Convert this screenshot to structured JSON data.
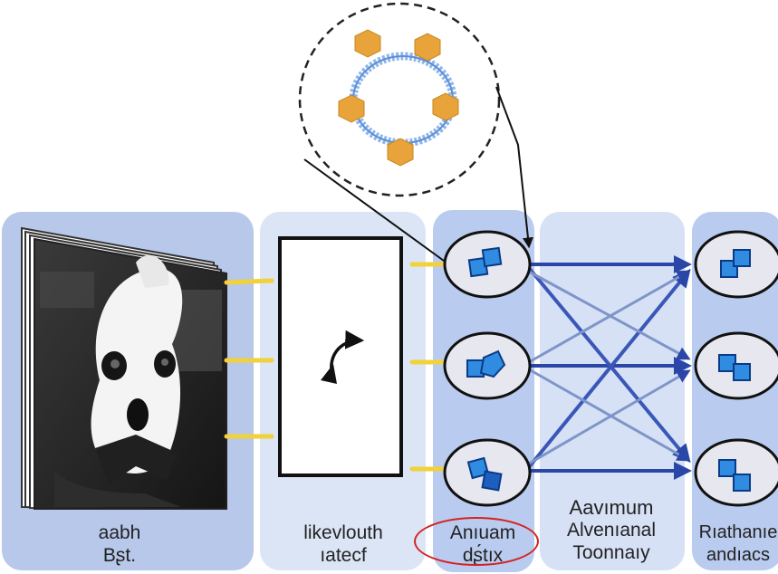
{
  "diagram": {
    "captions": {
      "input": [
        "aabh",
        "Bʂt."
      ],
      "transform": [
        "likevlouth",
        "ıatecf"
      ],
      "encoder": [
        "Anıuam",
        "dʂ́tıx"
      ],
      "attention": [
        "Aavımum",
        "Alvenıanal",
        "Toonnaıy"
      ],
      "output": [
        "Rıathanıe",
        "andıacs"
      ]
    },
    "highlight": {
      "target": "encoder",
      "color": "#d42222"
    },
    "colors": {
      "panel_dark": "#b7c8ea",
      "panel_light": "#dbe5f6",
      "arrow": "#2a47a8",
      "connector": "#f2d13a",
      "hexagon": "#e8a43a",
      "node_fill": "#e6e7ef",
      "shape_blue": "#2f8ce0"
    },
    "icons": [
      "rotate-arrow-icon",
      "hexagon-ring-icon",
      "block-shape-icon"
    ]
  }
}
